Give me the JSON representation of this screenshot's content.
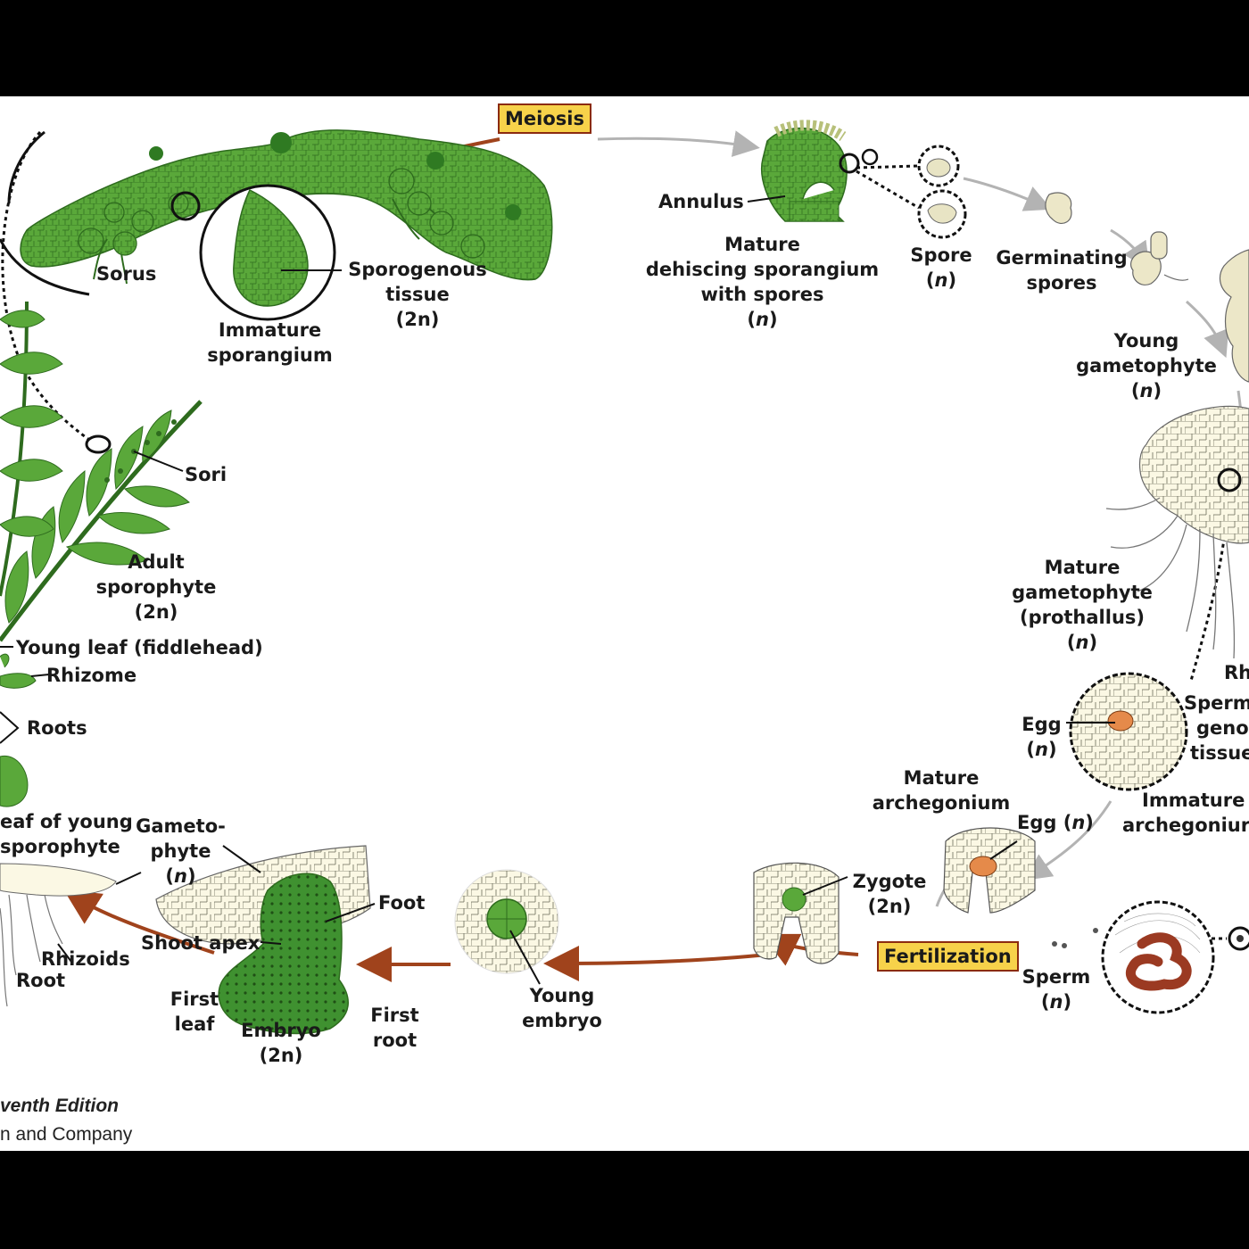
{
  "labels": {
    "meiosis": "Meiosis",
    "fertilization": "Fertilization",
    "sorus": "Sorus",
    "immature_sporangium": [
      "Immature",
      "sporangium"
    ],
    "sporogenous_tissue": [
      "Sporogenous",
      "tissue"
    ],
    "annulus": "Annulus",
    "mature_sporangium": [
      "Mature",
      "dehiscing sporangium",
      "with spores"
    ],
    "spore": "Spore",
    "germinating_spores": [
      "Germinating",
      "spores"
    ],
    "young_gametophyte": [
      "Young",
      "gametophyte"
    ],
    "sori": "Sori",
    "adult_sporophyte": [
      "Adult",
      "sporophyte"
    ],
    "mature_gametophyte": [
      "Mature",
      "gametophyte",
      "(prothallus)"
    ],
    "rhizoid_partial": "Rh",
    "young_leaf": "Young leaf (fiddlehead)",
    "rhizome": "Rhizome",
    "roots": "Roots",
    "egg": "Egg",
    "spermatogenous_partial": [
      "Sperma",
      "genou",
      "tissue"
    ],
    "immature_archegonium": [
      "Immature",
      "archegoniur"
    ],
    "mature_archegonium": [
      "Mature",
      "archegonium"
    ],
    "egg_n": "Egg",
    "zygote": "Zygote",
    "leaf_young_sporophyte": [
      "eaf of young",
      "sporophyte"
    ],
    "gametophyte_n": [
      "Gameto-",
      "phyte"
    ],
    "foot": "Foot",
    "shoot_apex": "Shoot apex",
    "rhizoids": "Rhizoids",
    "root": "Root",
    "first_leaf": [
      "First",
      "leaf"
    ],
    "embryo": "Embryo",
    "first_root": [
      "First",
      "root"
    ],
    "young_embryo": [
      "Young",
      "embryo"
    ],
    "sperm": "Sperm",
    "ploidy_n": "n",
    "ploidy_2n": "2n",
    "credit_line1": "venth Edition",
    "credit_line2": "n and Company"
  },
  "colors": {
    "frond_green": "#5aa83a",
    "dark_green": "#2f7a22",
    "cell_cream": "#fbf8e4",
    "arrow_brown": "#a0431c",
    "arrow_gray": "#b3b3b3",
    "egg_orange": "#e58a4a",
    "highlight_yellow": "#f7d24a",
    "sperm_red": "#9b3a22"
  }
}
